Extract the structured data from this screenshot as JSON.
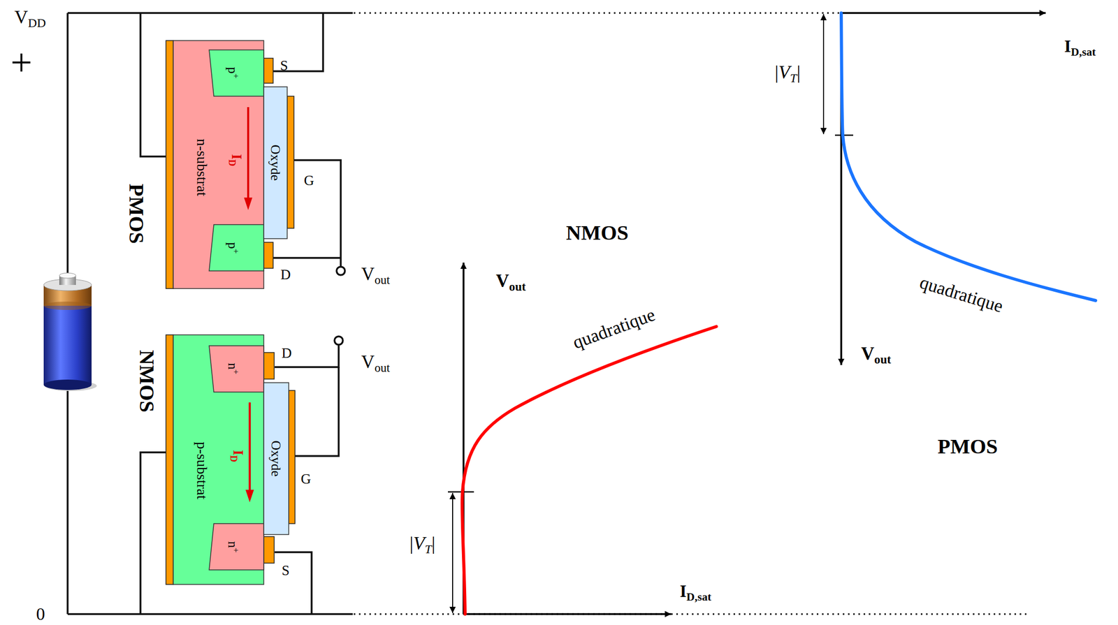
{
  "diagram": {
    "nodes": [
      {
        "text": [
          "n-substrat"
        ]
      },
      {
        "text": [
          "p+"
        ],
        "in": 0
      },
      {
        "text": [
          "p+"
        ],
        "in": 0
      },
      {
        "text": [
          "Oxyde"
        ]
      },
      {
        "text": [
          "p-substrat"
        ]
      },
      {
        "text": [
          "n+"
        ],
        "in": 4
      },
      {
        "text": [
          "n+"
        ],
        "in": 4
      },
      {
        "text": [
          "Oxyde"
        ]
      }
    ],
    "labels": [
      "VDD",
      "+",
      "0",
      "PMOS",
      "S",
      "ID",
      "G",
      "D",
      "Vout",
      "NMOS",
      "D",
      "Vout",
      "ID",
      "G",
      "S",
      "NMOS",
      "Vout",
      "quadratique",
      "|VT|",
      "ID,sat",
      "ID,sat",
      "|VT|",
      "quadratique",
      "Vout",
      "PMOS"
    ]
  }
}
